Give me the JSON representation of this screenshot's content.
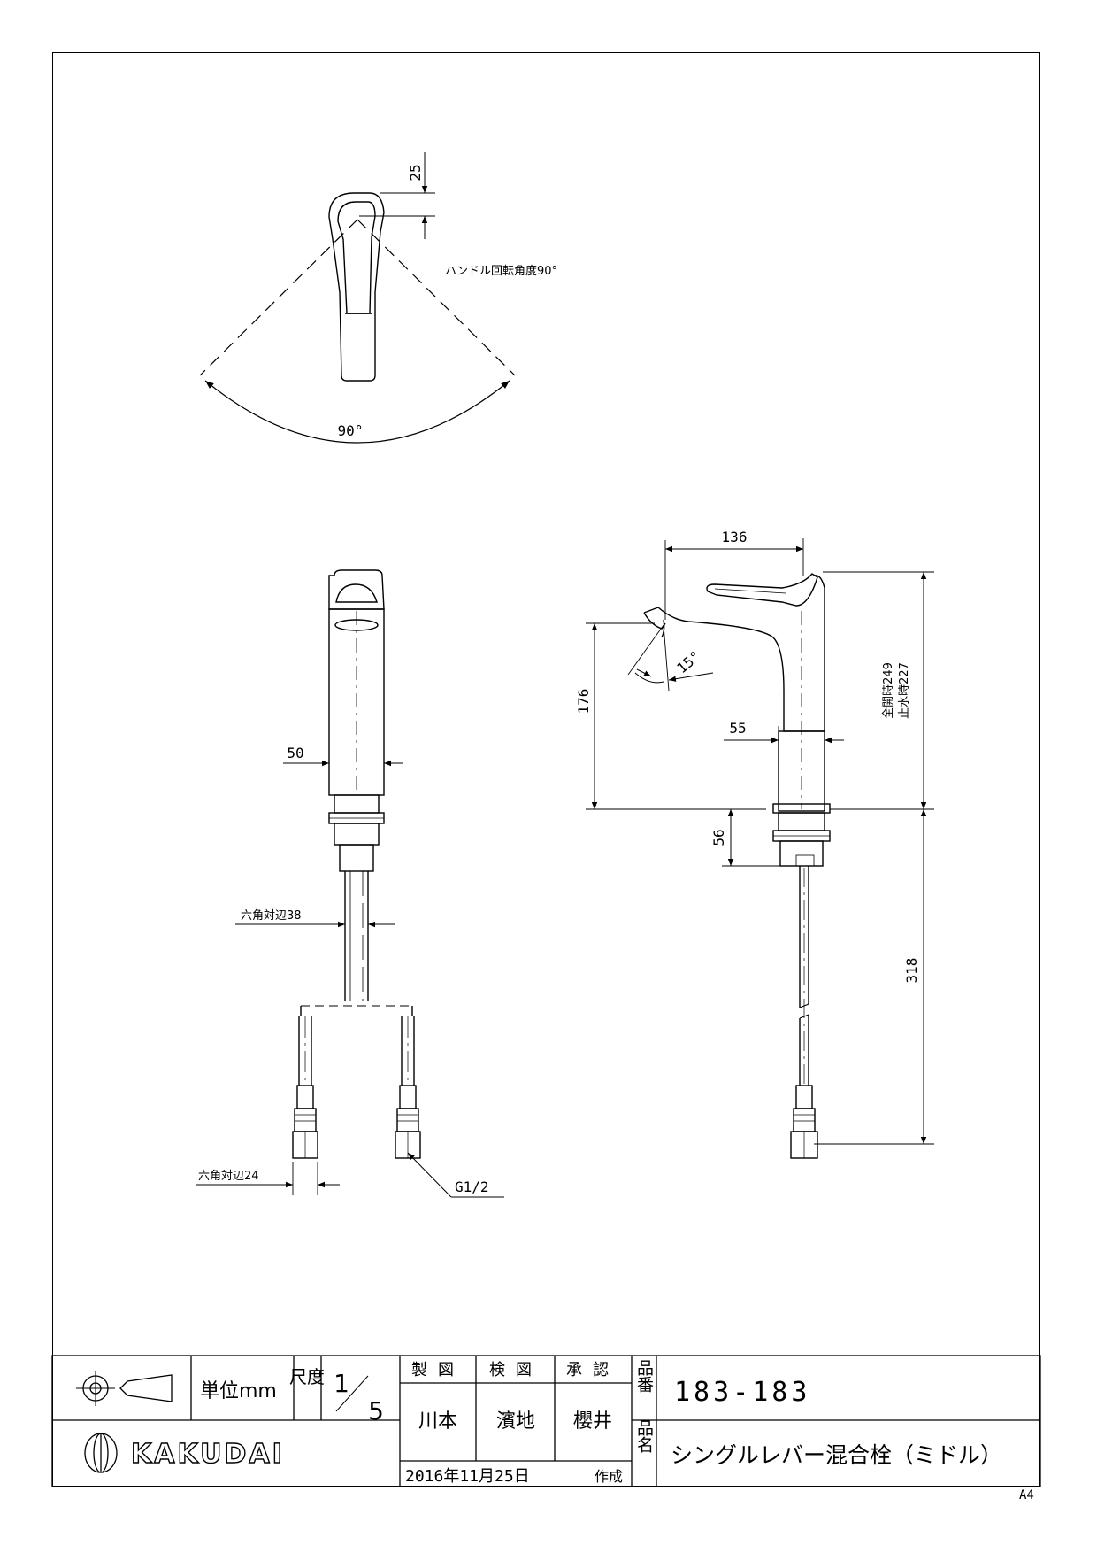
{
  "dimensions": {
    "top_view": {
      "gap": "25",
      "handle_note": "ハンドル回転角度90°",
      "angle": "90°"
    },
    "front_view": {
      "width": "50",
      "hex_body": "六角対辺38",
      "hex_nut": "六角対辺24",
      "thread": "G1/2"
    },
    "side_view": {
      "reach": "136",
      "spout_height": "176",
      "tilt_angle": "15°",
      "body_width": "55",
      "open_height": "全開時249",
      "closed_height": "止水時227",
      "shank": "56",
      "hose": "318"
    }
  },
  "title_block": {
    "unit": "単位mm",
    "scale_label": "尺度",
    "scale_numerator": "1",
    "scale_denominator": "5",
    "roles": [
      "製図",
      "検図",
      "承認"
    ],
    "names": [
      "川本",
      "濱地",
      "櫻井"
    ],
    "date": "2016年11月25日",
    "date_suffix": "作成",
    "part_number_label": "品番",
    "part_number": "183-183",
    "product_name_label": "品名",
    "product_name": "シングルレバー混合栓（ミドル）",
    "brand": "KAKUDAI"
  },
  "sheet_size": "A4"
}
